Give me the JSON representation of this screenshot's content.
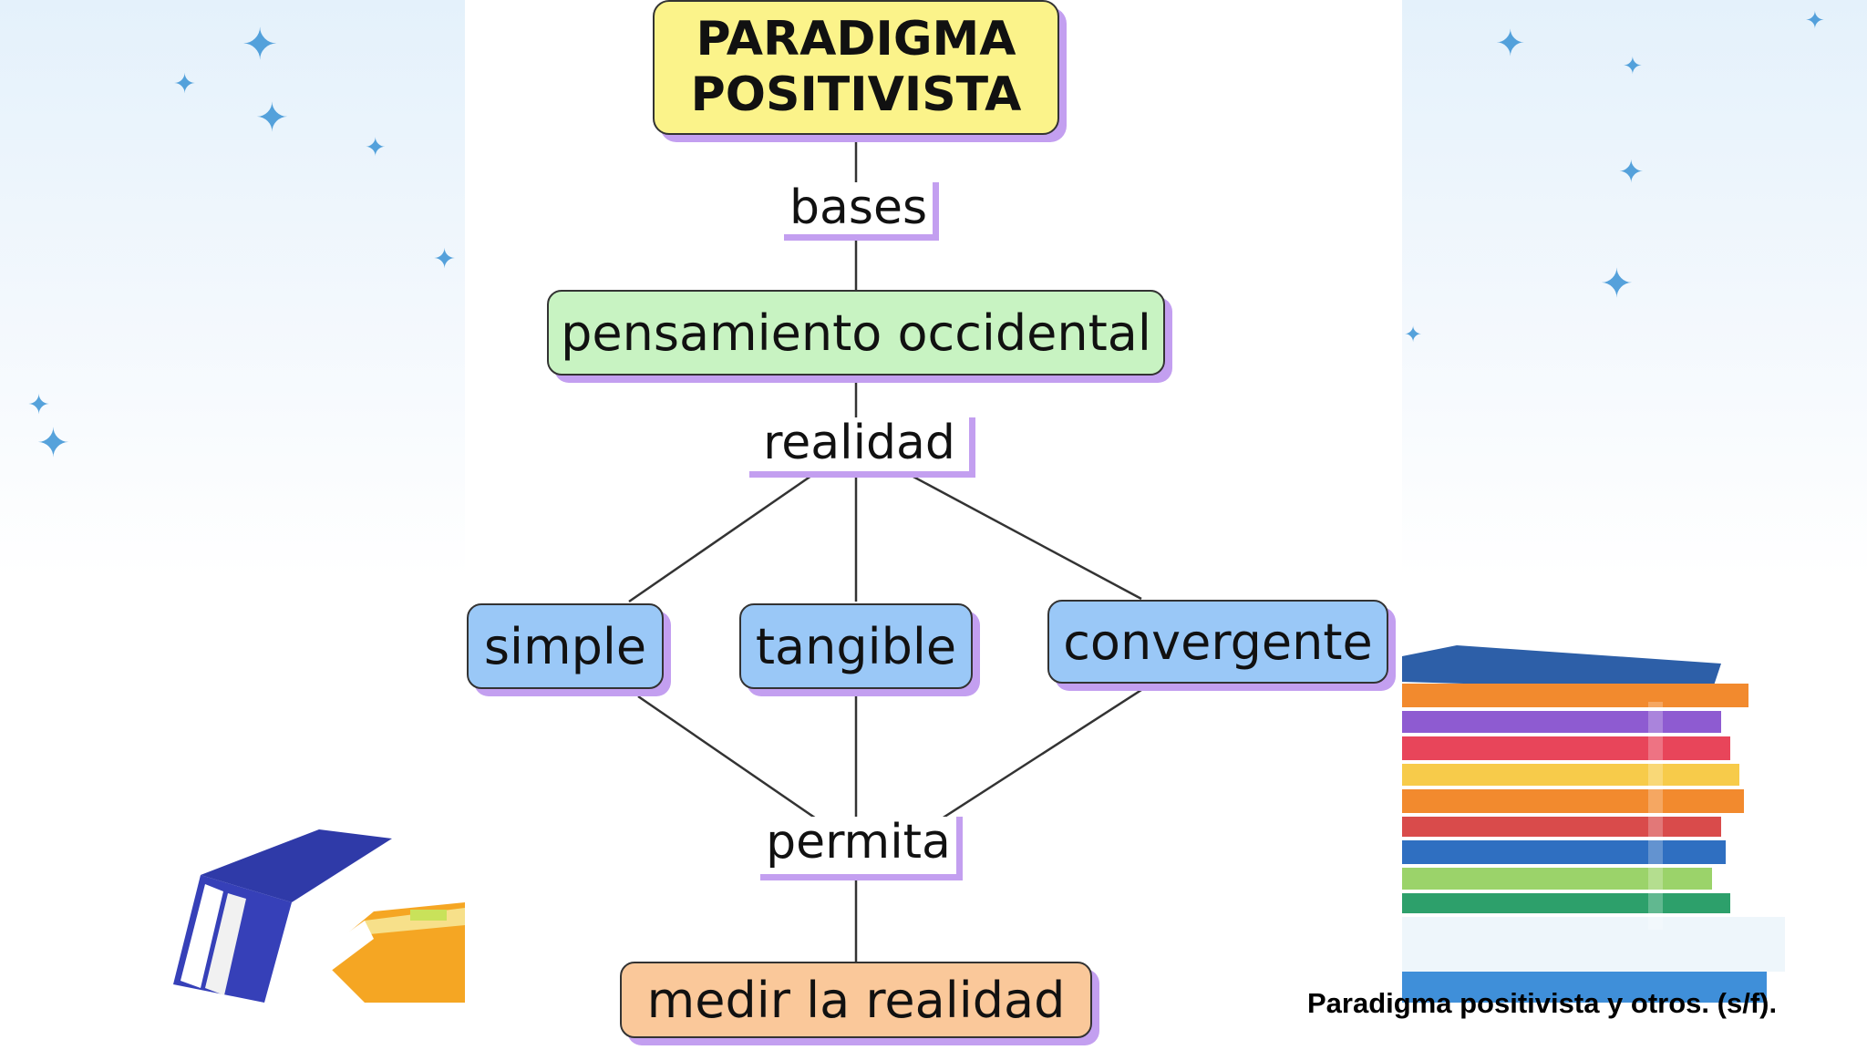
{
  "diagram": {
    "title_line1": "PARADIGMA",
    "title_line2": "POSITIVISTA",
    "link_bases": "bases",
    "node_pensamiento": "pensamiento occidental",
    "link_realidad": "realidad",
    "node_simple": "simple",
    "node_tangible": "tangible",
    "node_convergente": "convergente",
    "link_permita": "permita",
    "node_medir": "medir la realidad"
  },
  "caption": "Paradigma positivista y otros. (s/f).",
  "colors": {
    "title_fill": "#fbf38a",
    "green_fill": "#c8f3c2",
    "blue_fill": "#9ac8f7",
    "orange_fill": "#fac89a",
    "shadow": "#c39ff0"
  },
  "icons": [
    "sparkle-icon",
    "books-stack-icon",
    "open-book-icon"
  ]
}
